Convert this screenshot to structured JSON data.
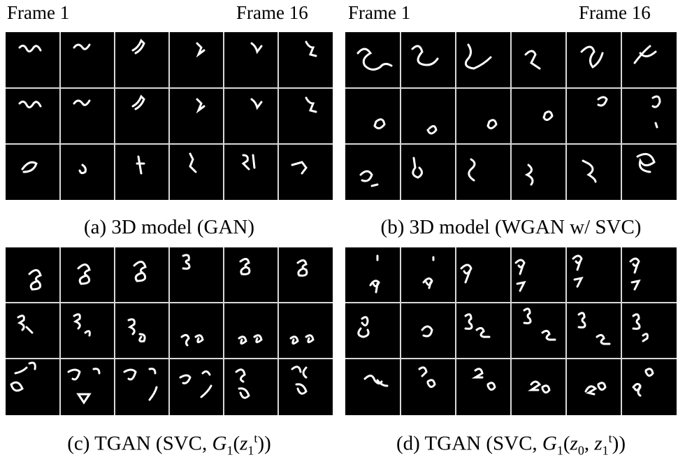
{
  "panels": [
    {
      "id": "a",
      "frame_start": "Frame 1",
      "frame_end": "Frame 16",
      "caption": "(a) 3D model (GAN)"
    },
    {
      "id": "b",
      "frame_start": "Frame 1",
      "frame_end": "Frame 16",
      "caption": "(b) 3D model (WGAN w/ SVC)"
    },
    {
      "id": "c",
      "caption_prefix": "(c) TGAN (SVC, ",
      "caption_func": "G",
      "caption_func_sub": "1",
      "caption_arg": "z",
      "caption_arg_sub": "1",
      "caption_arg_sup": "t",
      "caption_suffix": "))"
    },
    {
      "id": "d",
      "caption_prefix": "(d) TGAN (SVC, ",
      "caption_func": "G",
      "caption_func_sub": "1",
      "caption_arg1": "z",
      "caption_arg1_sub": "0",
      "caption_sep": ", ",
      "caption_arg2": "z",
      "caption_arg2_sub": "1",
      "caption_arg2_sup": "t",
      "caption_suffix": "))"
    }
  ],
  "grid": {
    "rows": 3,
    "cols": 6
  }
}
